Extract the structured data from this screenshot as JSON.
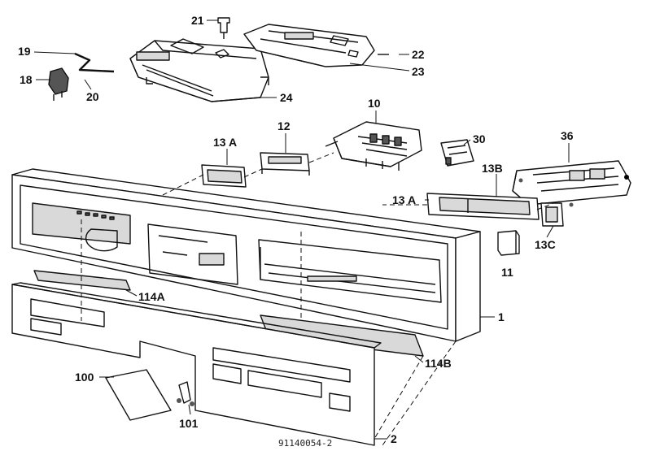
{
  "diagram": {
    "document_number": "91140054-2",
    "callouts": {
      "c21": "21",
      "c19": "19",
      "c18": "18",
      "c20": "20",
      "c22": "22",
      "c23": "23",
      "c24": "24",
      "c10": "10",
      "c12": "12",
      "c13A_top": "13 A",
      "c30": "30",
      "c36": "36",
      "c13B": "13B",
      "c13A_right": "13 A",
      "c13C": "13C",
      "c11": "11",
      "c114A": "114A",
      "c1": "1",
      "c114B": "114B",
      "c100": "100",
      "c101": "101",
      "c2": "2"
    }
  }
}
